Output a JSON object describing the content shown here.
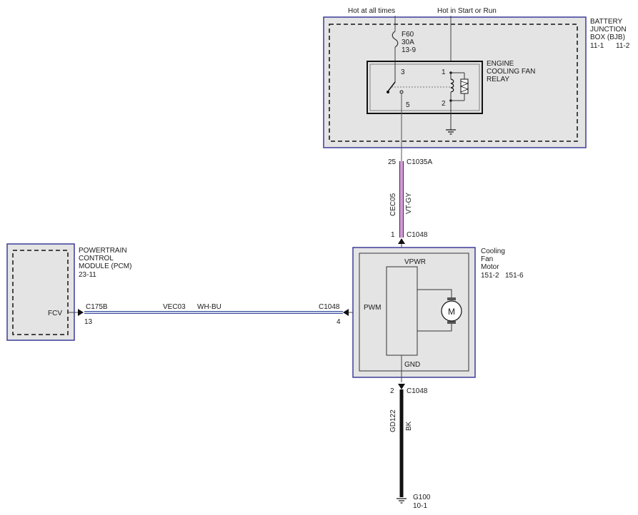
{
  "supply": {
    "hot_at_all_times": "Hot at all times",
    "hot_in_start_run": "Hot in Start or Run"
  },
  "bjb": {
    "title_lines": [
      "BATTERY",
      "JUNCTION",
      "BOX (BJB)"
    ],
    "ref_a": "11-1",
    "ref_b": "11-2",
    "fuse": {
      "name": "F60",
      "rating": "30A",
      "ref": "13-9"
    },
    "relay": {
      "title_lines": [
        "ENGINE",
        "COOLING FAN",
        "RELAY"
      ],
      "pin3": "3",
      "pin1": "1",
      "pin5": "5",
      "pin2": "2"
    }
  },
  "wire_top": {
    "pin_top": "25",
    "conn_top": "C1035A",
    "circuit": "CEC05",
    "color": "VT-GY",
    "pin_bottom": "1",
    "conn_bottom": "C1048",
    "wire_hex": "#d49ad8"
  },
  "pcm": {
    "title_lines": [
      "POWERTRAIN",
      "CONTROL",
      "MODULE (PCM)"
    ],
    "ref": "23-11",
    "pin_label": "FCV"
  },
  "wire_mid": {
    "conn_left": "C175B",
    "circuit": "VEC03",
    "color": "WH-BU",
    "conn_right": "C1048",
    "pin_left": "13",
    "pin_right": "4",
    "wire_hex": "#3a4fa0"
  },
  "motor": {
    "title_lines": [
      "Cooling",
      "Fan",
      "Motor"
    ],
    "ref_a": "151-2",
    "ref_b": "151-6",
    "vpwr": "VPWR",
    "pwm": "PWM",
    "gnd": "GND",
    "m": "M"
  },
  "wire_bottom": {
    "pin": "2",
    "conn": "C1048",
    "circuit": "GD122",
    "color": "BK",
    "ground_name": "G100",
    "ground_ref": "10-1",
    "wire_hex": "#111111"
  },
  "colors": {
    "frame_blue": "#3c3c9a",
    "panel_fill": "#e4e4e4"
  }
}
